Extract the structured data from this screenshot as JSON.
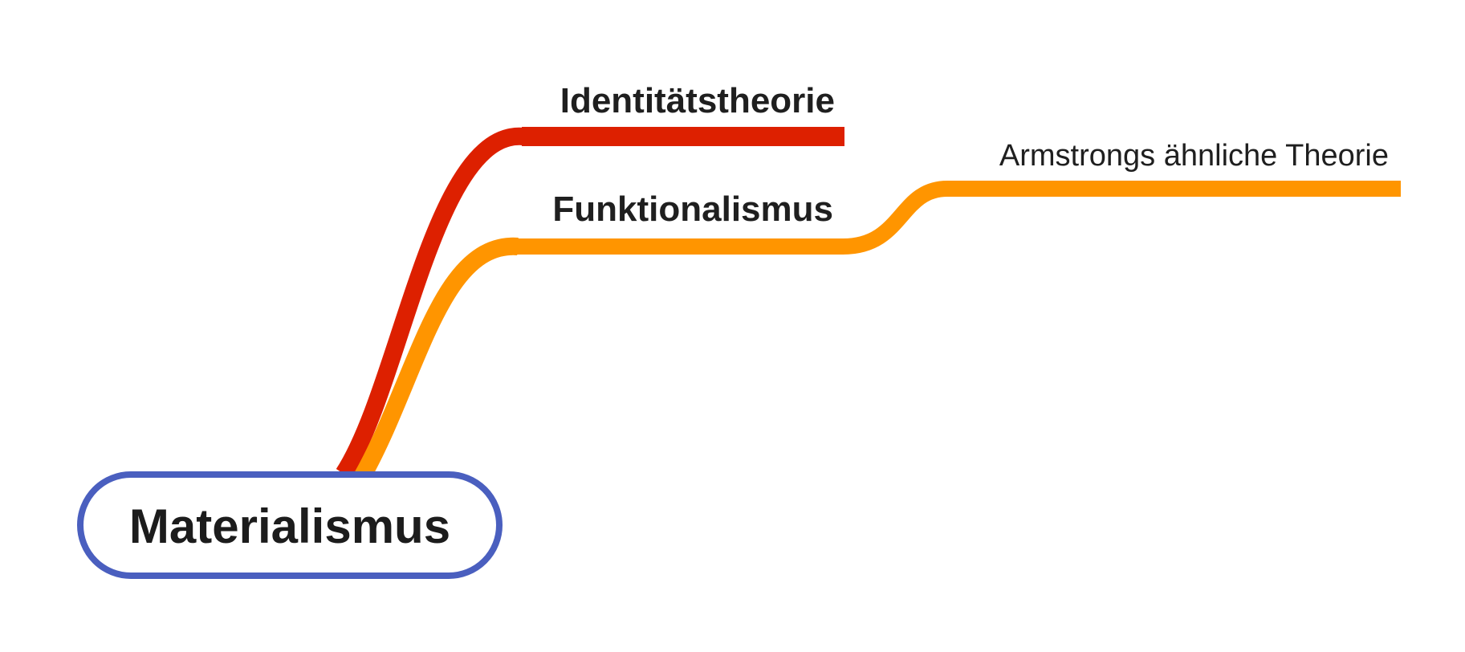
{
  "diagram": {
    "root": {
      "label": "Materialismus",
      "border_color": "#4a5fbf"
    },
    "branches": [
      {
        "label": "Identitätstheorie",
        "color": "#dd2000"
      },
      {
        "label": "Funktionalismus",
        "color": "#ff9500",
        "children": [
          {
            "label": "Armstrongs ähnliche Theorie",
            "color": "#ff9500"
          }
        ]
      }
    ]
  }
}
